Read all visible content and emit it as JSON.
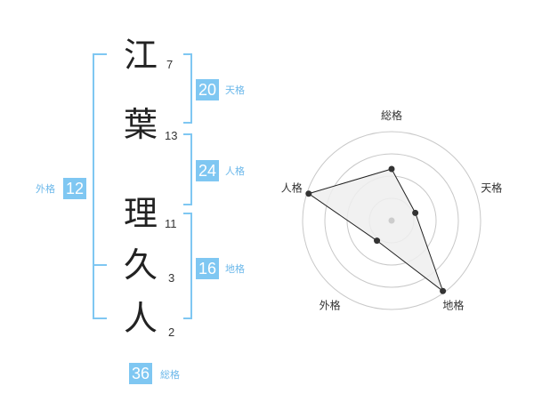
{
  "name": {
    "surname": [
      {
        "char": "江",
        "strokes": "7"
      },
      {
        "char": "葉",
        "strokes": "13"
      }
    ],
    "given": [
      {
        "char": "理",
        "strokes": "11"
      },
      {
        "char": "久",
        "strokes": "3"
      },
      {
        "char": "人",
        "strokes": "2"
      }
    ]
  },
  "kakusu": {
    "tenkaku": {
      "value": "20",
      "label": "天格"
    },
    "jinkaku": {
      "value": "24",
      "label": "人格"
    },
    "chikaku": {
      "value": "16",
      "label": "地格"
    },
    "gaikaku": {
      "value": "12",
      "label": "外格"
    },
    "soukaku": {
      "value": "36",
      "label": "総格"
    }
  },
  "colors": {
    "accent": "#7fc7f2",
    "label": "#6cb8ea",
    "bracket": "#7fc7f2",
    "grid": "#c8c8c8",
    "polygon_fill": "#eeeeee",
    "polygon_stroke": "#222222"
  },
  "chart_data": {
    "type": "radar",
    "axes": [
      "総格",
      "天格",
      "地格",
      "外格",
      "人格"
    ],
    "values": [
      0.58,
      0.28,
      0.98,
      0.28,
      0.98
    ],
    "rings": 4,
    "grid": true
  }
}
